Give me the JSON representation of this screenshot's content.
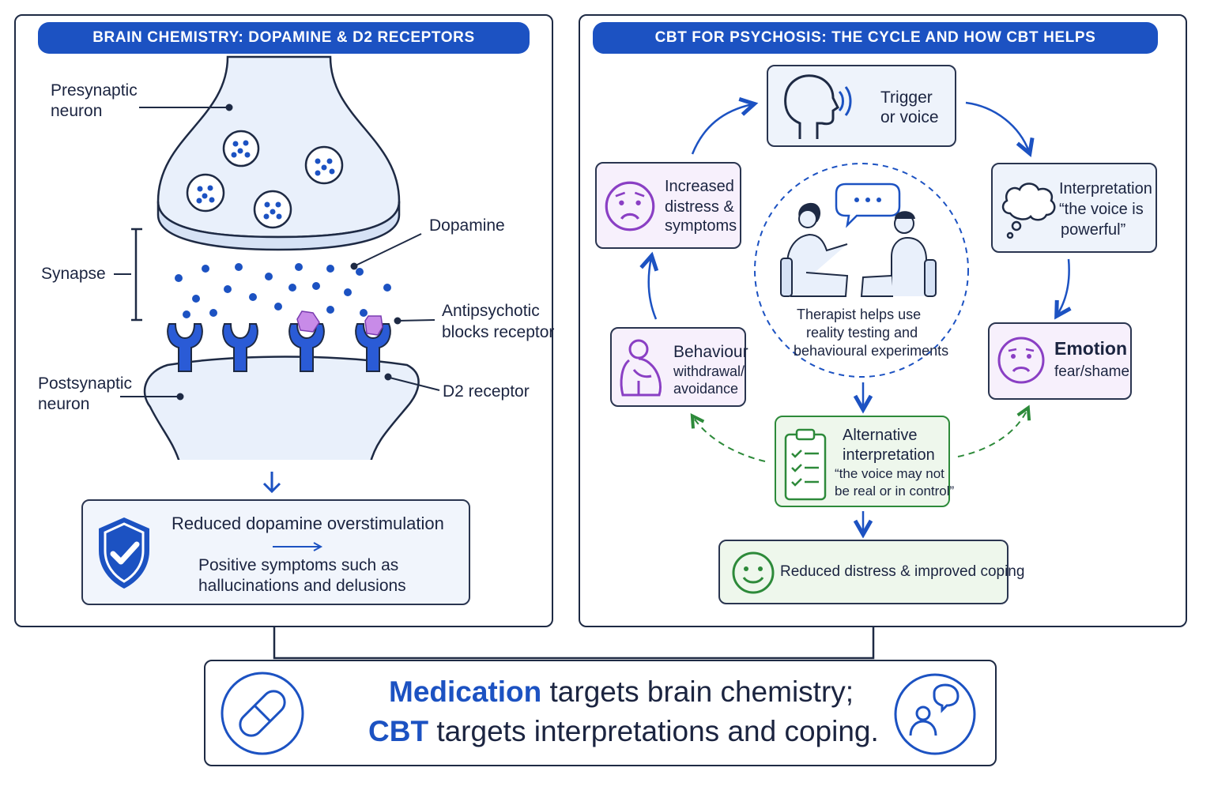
{
  "left": {
    "title": "BRAIN CHEMISTRY: DOPAMINE & D2 RECEPTORS",
    "presynaptic": [
      "Presynaptic",
      "neuron"
    ],
    "synapse": "Synapse",
    "dopamine": "Dopamine",
    "antipsychotic": [
      "Antipsychotic",
      "blocks receptor"
    ],
    "postsynaptic": [
      "Postsynaptic",
      "neuron"
    ],
    "d2": "D2 receptor",
    "result_title": "Reduced dopamine overstimulation",
    "result_body": [
      "Positive symptoms  such as",
      "hallucinations and delusions"
    ]
  },
  "right": {
    "title": "CBT FOR PSYCHOSIS: THE CYCLE AND HOW CBT HELPS",
    "trigger": [
      "Trigger",
      "or voice"
    ],
    "interpretation": [
      "Interpretation",
      "“the voice is",
      "powerful”"
    ],
    "emotion": [
      "Emotion",
      "fear/shame"
    ],
    "behaviour": [
      "Behaviour",
      "withdrawal/",
      "avoidance"
    ],
    "distress": [
      "Increased",
      "distress &",
      "symptoms"
    ],
    "therapist": [
      "Therapist helps use",
      "reality testing and",
      "behavioural experiments"
    ],
    "alternative": [
      "Alternative",
      "interpretation",
      "“the voice may not",
      "be real or in control”"
    ],
    "outcome": "Reduced distress & improved coping"
  },
  "bottom": {
    "line1_highlight": "Medication",
    "line1_rest": " targets brain chemistry;",
    "line2_highlight": "CBT",
    "line2_rest": " targets interpretations and coping."
  },
  "colors": {
    "accent": "#1c52c2",
    "dark": "#1e2a44",
    "light_blue_fill": "#e9f0fb",
    "purple": "#8a3fc4",
    "purple_fill": "#f7f0fc",
    "green": "#2d8a3a",
    "green_fill": "#eef7ec"
  },
  "icons": [
    "shield-check-icon",
    "head-speaking-icon",
    "thought-cloud-icon",
    "sad-face-icon",
    "huddled-person-icon",
    "speech-bubble-icon",
    "checklist-icon",
    "smiley-icon",
    "pill-icon",
    "people-chat-icon"
  ]
}
